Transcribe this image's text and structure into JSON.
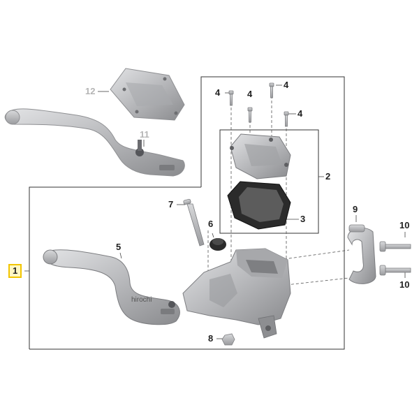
{
  "callouts": {
    "c1": "1",
    "c2": "2",
    "c3": "3",
    "c4a": "4",
    "c4b": "4",
    "c4c": "4",
    "c4d": "4",
    "c5": "5",
    "c6": "6",
    "c7": "7",
    "c8": "8",
    "c9": "9",
    "c10a": "10",
    "c10b": "10",
    "c11": "11",
    "c12": "12"
  },
  "watermark": "hirochi",
  "colors": {
    "part_silver": "#b9babc",
    "part_dark": "#8c8d90",
    "gasket": "#2b2b2b",
    "frame_line": "#333333",
    "highlight": "#f2c500"
  }
}
